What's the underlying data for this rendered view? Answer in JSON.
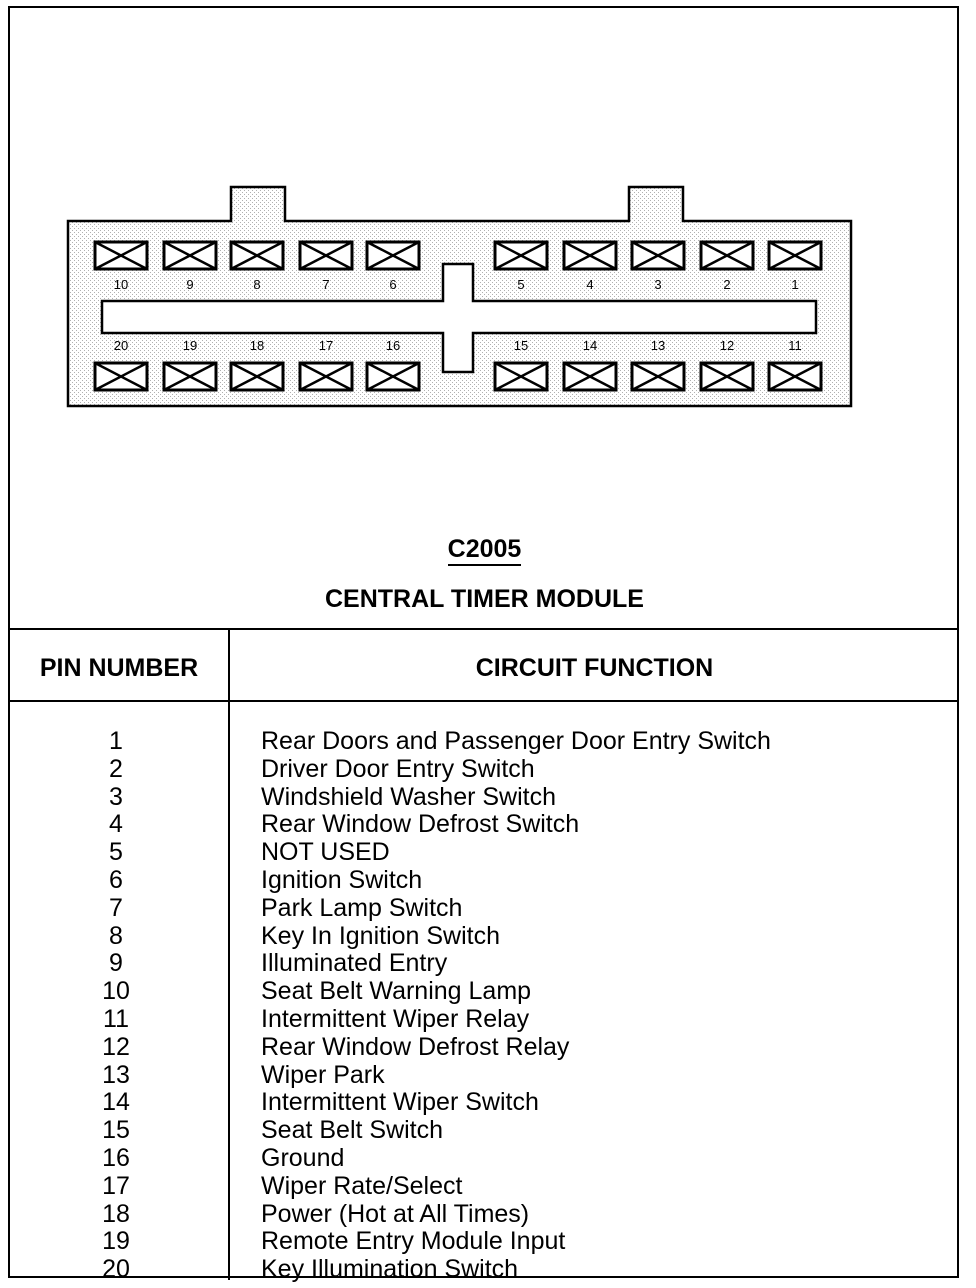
{
  "connector": {
    "code": "C2005",
    "name": "CENTRAL TIMER MODULE",
    "top_row_labels": [
      "10",
      "9",
      "8",
      "7",
      "6",
      "5",
      "4",
      "3",
      "2",
      "1"
    ],
    "bottom_row_labels": [
      "20",
      "19",
      "18",
      "17",
      "16",
      "15",
      "14",
      "13",
      "12",
      "11"
    ]
  },
  "table": {
    "headers": {
      "pin": "PIN NUMBER",
      "function": "CIRCUIT FUNCTION"
    },
    "rows": [
      {
        "pin": "1",
        "function": "Rear Doors and Passenger Door Entry Switch"
      },
      {
        "pin": "2",
        "function": "Driver Door Entry Switch"
      },
      {
        "pin": "3",
        "function": "Windshield Washer Switch"
      },
      {
        "pin": "4",
        "function": "Rear Window Defrost Switch"
      },
      {
        "pin": "5",
        "function": "NOT USED"
      },
      {
        "pin": "6",
        "function": "Ignition Switch"
      },
      {
        "pin": "7",
        "function": "Park Lamp Switch"
      },
      {
        "pin": "8",
        "function": "Key In Ignition Switch"
      },
      {
        "pin": "9",
        "function": "Illuminated Entry"
      },
      {
        "pin": "10",
        "function": "Seat Belt Warning Lamp"
      },
      {
        "pin": "11",
        "function": "Intermittent Wiper Relay"
      },
      {
        "pin": "12",
        "function": "Rear Window Defrost Relay"
      },
      {
        "pin": "13",
        "function": "Wiper Park"
      },
      {
        "pin": "14",
        "function": "Intermittent Wiper Switch"
      },
      {
        "pin": "15",
        "function": "Seat Belt Switch"
      },
      {
        "pin": "16",
        "function": "Ground"
      },
      {
        "pin": "17",
        "function": "Wiper Rate/Select"
      },
      {
        "pin": "18",
        "function": "Power (Hot at All Times)"
      },
      {
        "pin": "19",
        "function": "Remote Entry Module Input"
      },
      {
        "pin": "20",
        "function": "Key Illumination Switch"
      }
    ]
  }
}
